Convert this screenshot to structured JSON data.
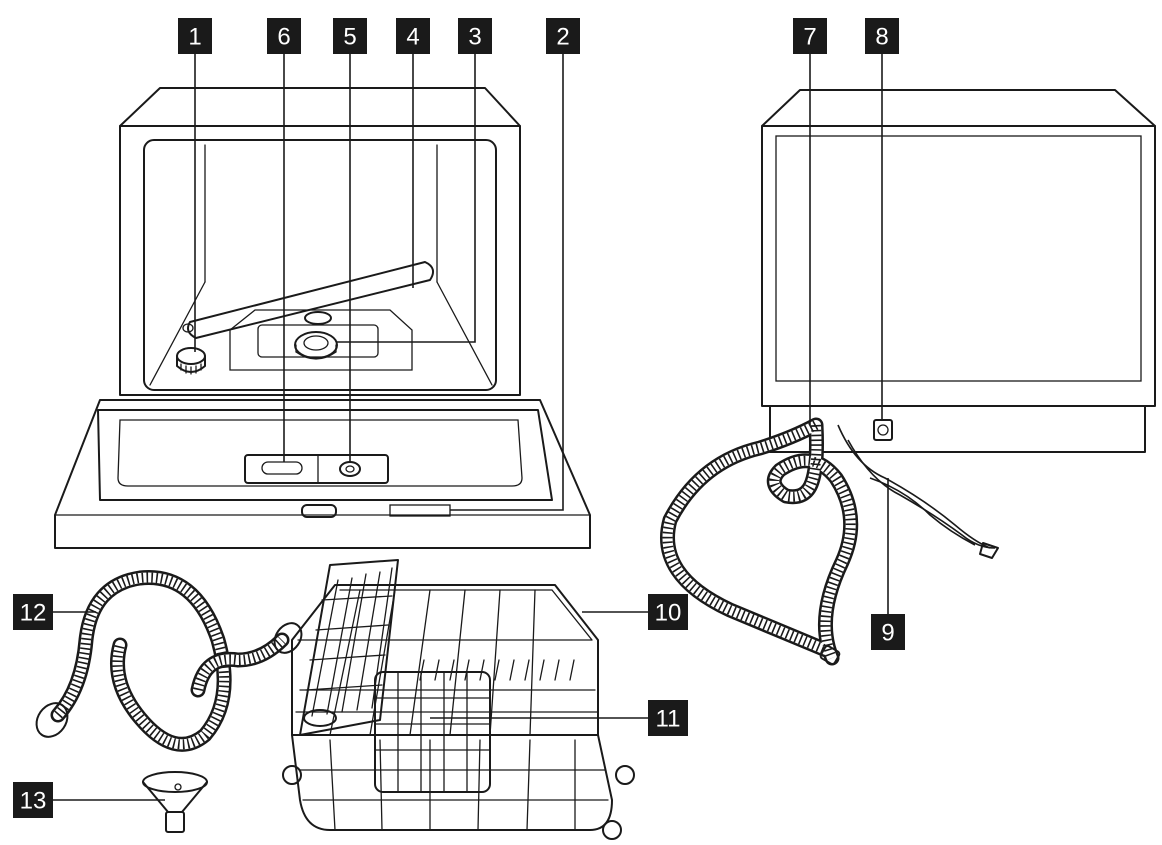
{
  "callouts": [
    {
      "id": "c1",
      "text": "1"
    },
    {
      "id": "c6",
      "text": "6"
    },
    {
      "id": "c5",
      "text": "5"
    },
    {
      "id": "c4",
      "text": "4"
    },
    {
      "id": "c3",
      "text": "3"
    },
    {
      "id": "c2",
      "text": "2"
    },
    {
      "id": "c7",
      "text": "7"
    },
    {
      "id": "c8",
      "text": "8"
    },
    {
      "id": "c9",
      "text": "9"
    },
    {
      "id": "c10",
      "text": "10"
    },
    {
      "id": "c11",
      "text": "11"
    },
    {
      "id": "c12",
      "text": "12"
    },
    {
      "id": "c13",
      "text": "13"
    }
  ]
}
